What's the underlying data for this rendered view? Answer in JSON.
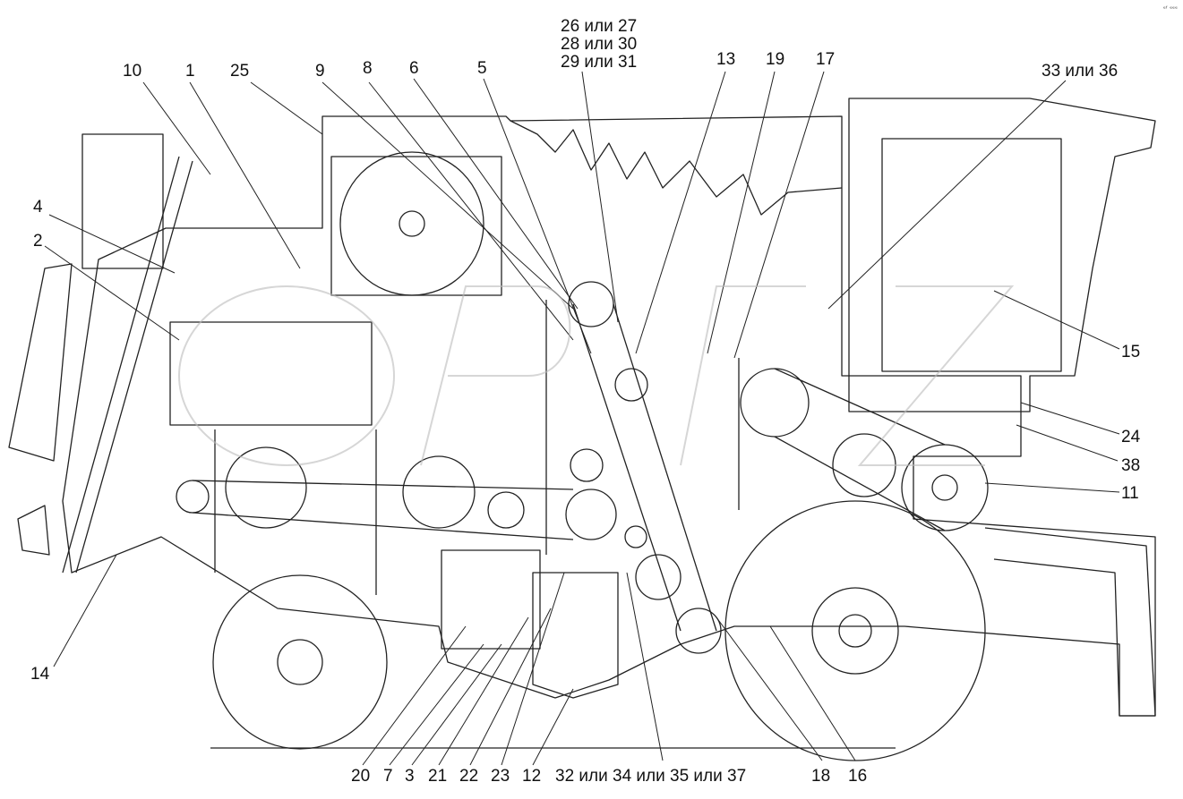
{
  "diagram": {
    "corner_mark": "ᵉᶠ ᵉᵉᵉ",
    "callouts": [
      {
        "id": "c10",
        "text": "10"
      },
      {
        "id": "c1",
        "text": "1"
      },
      {
        "id": "c25",
        "text": "25"
      },
      {
        "id": "c9",
        "text": "9"
      },
      {
        "id": "c8",
        "text": "8"
      },
      {
        "id": "c6",
        "text": "6"
      },
      {
        "id": "c5",
        "text": "5"
      },
      {
        "id": "c26",
        "text": "26 или 27"
      },
      {
        "id": "c28",
        "text": "28 или 30"
      },
      {
        "id": "c29",
        "text": "29 или 31"
      },
      {
        "id": "c13",
        "text": "13"
      },
      {
        "id": "c19",
        "text": "19"
      },
      {
        "id": "c17",
        "text": "17"
      },
      {
        "id": "c33",
        "text": "33 или 36"
      },
      {
        "id": "c4",
        "text": "4"
      },
      {
        "id": "c2",
        "text": "2"
      },
      {
        "id": "c15",
        "text": "15"
      },
      {
        "id": "c24",
        "text": "24"
      },
      {
        "id": "c38",
        "text": "38"
      },
      {
        "id": "c11",
        "text": "11"
      },
      {
        "id": "c14",
        "text": "14"
      },
      {
        "id": "c20",
        "text": "20"
      },
      {
        "id": "c7",
        "text": "7"
      },
      {
        "id": "c3",
        "text": "3"
      },
      {
        "id": "c21",
        "text": "21"
      },
      {
        "id": "c22",
        "text": "22"
      },
      {
        "id": "c23",
        "text": "23"
      },
      {
        "id": "c12",
        "text": "12"
      },
      {
        "id": "c32",
        "text": "32 или 34 или 35 или 37"
      },
      {
        "id": "c18",
        "text": "18"
      },
      {
        "id": "c16",
        "text": "16"
      }
    ]
  }
}
